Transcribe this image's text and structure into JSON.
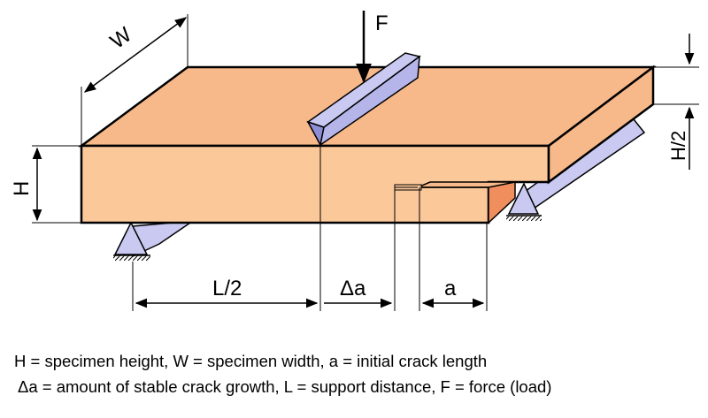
{
  "labels": {
    "force": "F",
    "width": "W",
    "height": "H",
    "half_height": "H/2",
    "half_span": "L/2",
    "crack_growth": "Δa",
    "crack_length": "a"
  },
  "caption": {
    "line1": "H = specimen height, W = specimen width, a = initial crack length",
    "line2": "Δa = amount of stable crack growth, L = support distance, F = force (load)"
  },
  "colors": {
    "specimen_face": "#fbc89a",
    "specimen_top": "#f7b98a",
    "crack_face": "#f08e5e",
    "support": "#c9c9f2",
    "support_dark": "#8e8ed6",
    "outline": "#000000"
  }
}
